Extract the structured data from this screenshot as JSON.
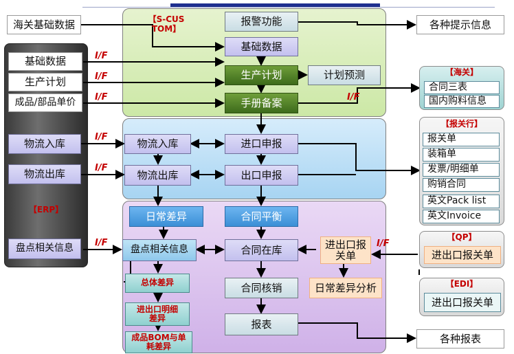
{
  "top_left_box": "海关基础数据",
  "erp": {
    "label": "【ERP】",
    "items": {
      "base_data": "基础数据",
      "production_plan": "生产计划",
      "unit_price": "成品/部品单价",
      "logistics_in": "物流入库",
      "logistics_out": "物流出库",
      "inventory_info": "盘点相关信息"
    }
  },
  "if_label": "I/F",
  "green_panel": {
    "title": "【S-CUSTOM】",
    "alarm": "报警功能",
    "base_data": "基础数据",
    "production_plan": "生产计划",
    "plan_forecast": "计划预测",
    "manual_record": "手册备案"
  },
  "blue_panel": {
    "logistics_in": "物流入库",
    "logistics_out": "物流出库",
    "import_declare": "进口申报",
    "export_declare": "出口申报"
  },
  "purple_panel": {
    "daily_diff": "日常差异",
    "contract_balance": "合同平衡",
    "inventory_info": "盘点相关信息",
    "contract_stock": "合同在库",
    "total_diff": "总体差异",
    "io_detail_diff": "进出口明细差异",
    "bom_diff": "成品BOM与单耗差异",
    "contract_verify": "合同核销",
    "reports": "报表",
    "io_customs": "进出口报关单",
    "daily_analysis": "日常差异分析"
  },
  "right": {
    "notices": "各种提示信息",
    "customs": {
      "title": "【海关】",
      "items": [
        "合同三表",
        "国内购料信息"
      ]
    },
    "broker": {
      "title": "【报关行】",
      "items": [
        "报关单",
        "装箱单",
        "发票/明细单",
        "购销合同",
        "英文Pack list",
        "英文Invoice"
      ]
    },
    "qp": {
      "title": "【QP】",
      "item": "进出口报关单"
    },
    "edi": {
      "title": "【EDI】",
      "item": "进出口报关单"
    },
    "reports": "各种报表"
  },
  "colors": {
    "accent_red": "#c40000",
    "green_panel": "#cce8a6",
    "blue_panel": "#a7d4f2",
    "purple_panel": "#cfb1e8",
    "dark_green_box": "#3d6b1b",
    "blue_box": "#3b8fd6"
  }
}
